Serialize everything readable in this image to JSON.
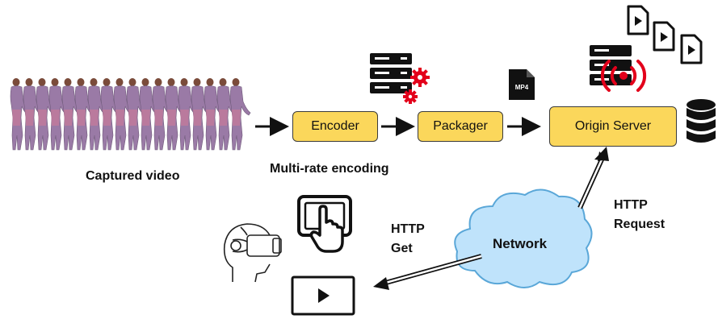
{
  "captions": {
    "captured_video": "Captured video",
    "multi_rate": "Multi-rate encoding",
    "http_get_line1": "HTTP",
    "http_get_line2": "Get",
    "http_request_line1": "HTTP",
    "http_request_line2": "Request"
  },
  "boxes": {
    "encoder": "Encoder",
    "packager": "Packager",
    "origin_server": "Origin Server"
  },
  "network": {
    "label": "Network"
  },
  "file_badge": {
    "label": "MP4"
  },
  "icons": {
    "captured_frames": "person-frames-icon",
    "encoder_server": "server-gear-icon",
    "mp4": "mp4-file-icon",
    "origin_server": "server-broadcast-icon",
    "segments": "video-segment-file-icon",
    "database": "database-icon",
    "vr_headset": "vr-headset-user-icon",
    "tablet": "tablet-touch-icon",
    "player": "video-player-icon",
    "cloud": "cloud-icon"
  },
  "colors": {
    "box_fill": "#fbd75b",
    "cloud_fill": "#bfe3fb",
    "cloud_stroke": "#5aa7d8",
    "gear": "#e3001b",
    "broadcast": "#e3001b",
    "dark": "#111111"
  }
}
